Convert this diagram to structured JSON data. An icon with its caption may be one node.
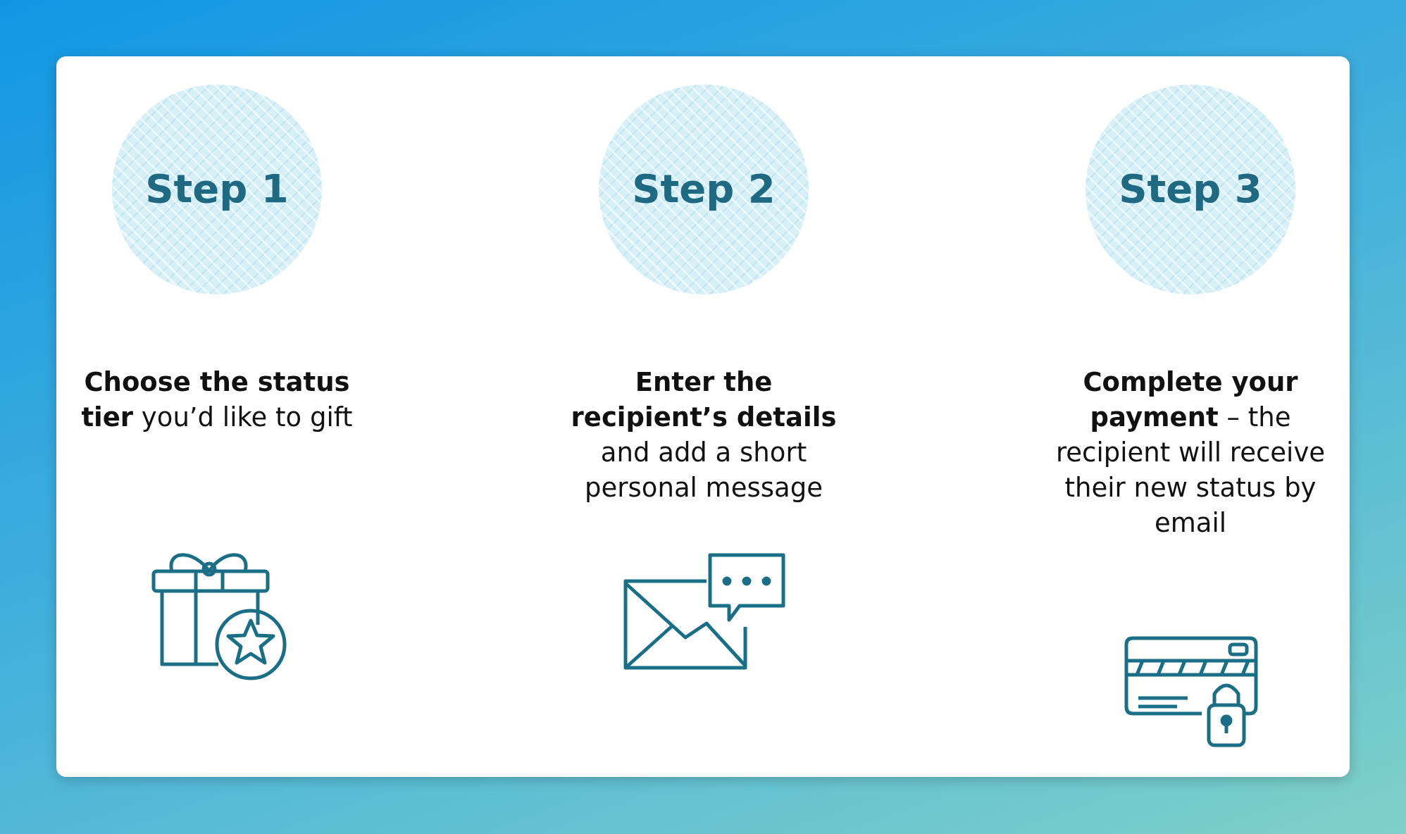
{
  "diagram": {
    "nodes": [
      {
        "text": [
          "Step 1"
        ],
        "beside": [
          "**Choose the status tier** you’d like to gift"
        ]
      },
      {
        "text": [
          "Step 2"
        ],
        "beside": [
          "**Enter the recipient’s details** and add a short personal message"
        ]
      },
      {
        "text": [
          "Step 3"
        ],
        "beside": [
          "**Complete your payment** – the recipient will receive their new status by email"
        ]
      }
    ],
    "edges": []
  }
}
